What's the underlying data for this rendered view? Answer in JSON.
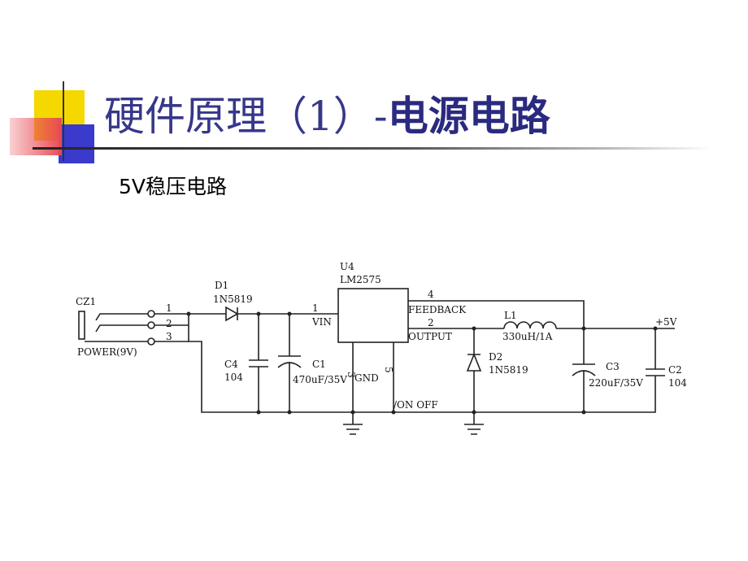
{
  "slide": {
    "title_prefix": "硬件原理（1）-",
    "title_bold": "电源电路",
    "subtitle": "5V稳压电路"
  },
  "schematic": {
    "connector": {
      "ref": "CZ1",
      "label": "POWER(9V)",
      "pins": [
        "1",
        "2",
        "3"
      ]
    },
    "d1": {
      "ref": "D1",
      "value": "1N5819"
    },
    "c4": {
      "ref": "C4",
      "value": "104"
    },
    "c1": {
      "ref": "C1",
      "value": "470uF/35V"
    },
    "u4": {
      "ref": "U4",
      "part": "LM2575",
      "pin_vin_num": "1",
      "pin_vin": "VIN",
      "pin_feedback_num": "4",
      "pin_feedback": "FEEDBACK",
      "pin_output_num": "2",
      "pin_output": "OUTPUT",
      "pin_gnd_num": "3",
      "pin_gnd": "GND",
      "pin_onoff_num": "5",
      "pin_onoff": "/ON OFF"
    },
    "l1": {
      "ref": "L1",
      "value": "330uH/1A"
    },
    "d2": {
      "ref": "D2",
      "value": "1N5819"
    },
    "c3": {
      "ref": "C3",
      "value": "220uF/35V"
    },
    "c2": {
      "ref": "C2",
      "value": "104"
    },
    "out": "+5V"
  }
}
